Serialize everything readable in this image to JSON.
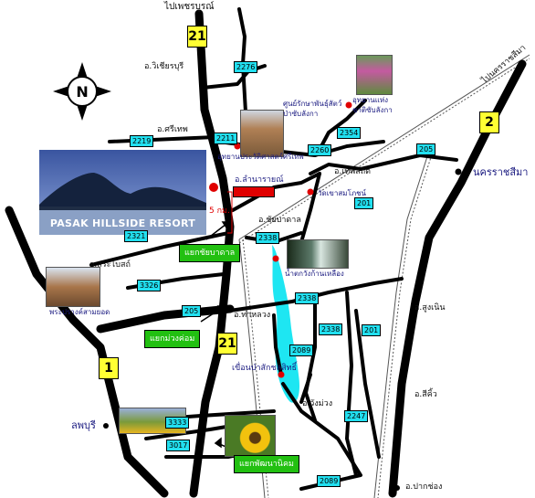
{
  "labels": {
    "to_phetchabun": "ไปเพชรบูรณ์",
    "wichian_buri": "อ.วิเชียรบุรี",
    "si_thep": "อ.ศรีเทพ",
    "sithep_park": "อุทยานประวัติศาสตร์ศรีเทพ",
    "info_center": "ศูนย์รักษาพันธุ์สัตว์ป่าซับลังกา",
    "sap_langka_park": "อุทยานแห่งชาติซับลังกา",
    "to_khorat": "ไปนครราชสีมา",
    "lam_narai": "อ.ลำนารายณ์",
    "thepsathit": "อ.เทพสถิต",
    "khao_chan": "วัดเขาสมโภชน์",
    "chai_badan": "อ.ชัยบาดาล",
    "distance": "5 กม.",
    "waterfall": "น้ำตกวังก้านเหลือง",
    "nakhon_ratchasima": "นครราชสีมา",
    "sa_bot": "อ.สระโบสถ์",
    "prang_sam_yot": "พระปรางค์สามยอด",
    "tha_luang": "อ.ท่าหลวง",
    "sung_noen": "อ.สูงเนิน",
    "dam": "เขื่อนป่าสักชลสิทธิ์",
    "wang_muang": "อ.วังม่วง",
    "si_khio": "อ.สีคิ้ว",
    "lopburi": "ลพบุรี",
    "pak_chong": "อ.ปากช่อง",
    "resort": "PASAK HILLSIDE RESORT"
  },
  "shields": {
    "r21_top": "21",
    "r21_mid": "21",
    "r2": "2",
    "r1": "1"
  },
  "route_boxes": {
    "b2276": "2276",
    "b2219": "2219",
    "b2211": "2211",
    "b2354": "2354",
    "b2260": "2260",
    "b205_top": "205",
    "b201_top": "201",
    "b2338_top": "2338",
    "b2321": "2321",
    "b3326": "3326",
    "b205_mid": "205",
    "b2338_mid": "2338",
    "b2338_low": "2338",
    "b201_mid": "201",
    "b2089_top": "2089",
    "b2247": "2247",
    "b3333": "3333",
    "b3017": "3017",
    "b2089_bot": "2089"
  },
  "junctions": {
    "chai_badan": "แยกชัยบาดาล",
    "muang_khom": "แยกม่วงค่อม",
    "phatthana_nikhom": "แยกพัฒนานิคม"
  },
  "icons": {
    "compass": "north-arrow-compass",
    "compass_letter": "N"
  },
  "colors": {
    "road": "#000000",
    "rail": "#555555",
    "water": "#1ee6f2",
    "route_box": "#22e0f0",
    "shield": "#ffff33",
    "junction": "#22c011",
    "poi": "#e00000"
  }
}
